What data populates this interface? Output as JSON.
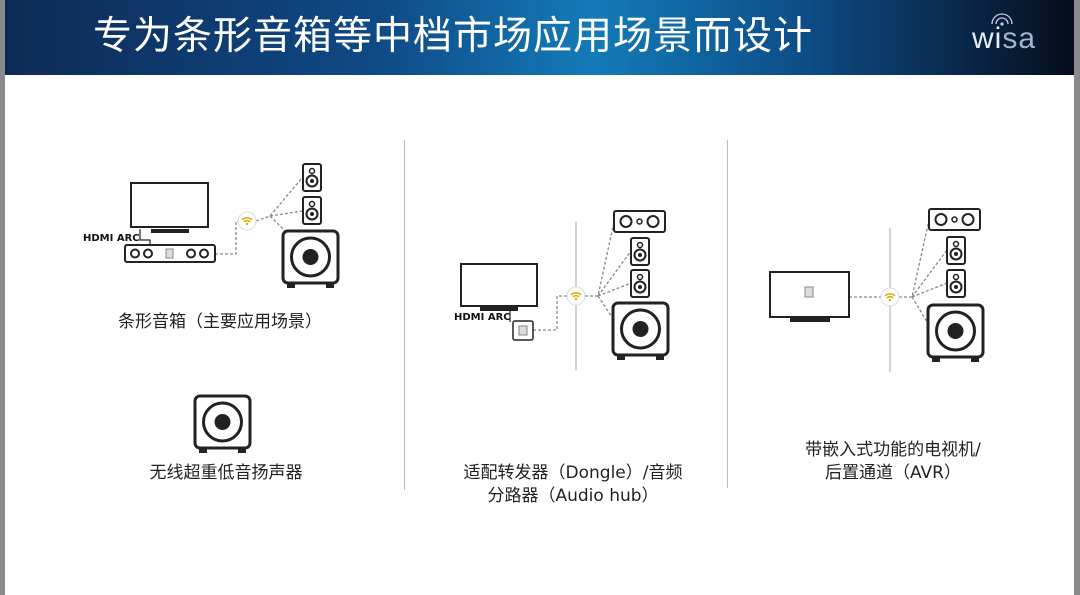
{
  "header": {
    "title": "专为条形音箱等中档市场应用场景而设计",
    "logo": {
      "main": "wi",
      "tail": "sa"
    }
  },
  "panels": [
    {
      "caption": "条形音箱（主要应用场景）",
      "hdmi_label": "HDMI ARC"
    },
    {
      "caption": "无线超重低音扬声器"
    },
    {
      "caption_lines": [
        "适配转发器（Dongle）/音频",
        "分路器（Audio hub）"
      ],
      "hdmi_label": "HDMI ARC"
    },
    {
      "caption_lines": [
        "带嵌入式功能的电视机/",
        "后置通道（AVR）"
      ]
    }
  ],
  "colors": {
    "wifi": "#e0a800",
    "header_mid": "#137bb8"
  }
}
